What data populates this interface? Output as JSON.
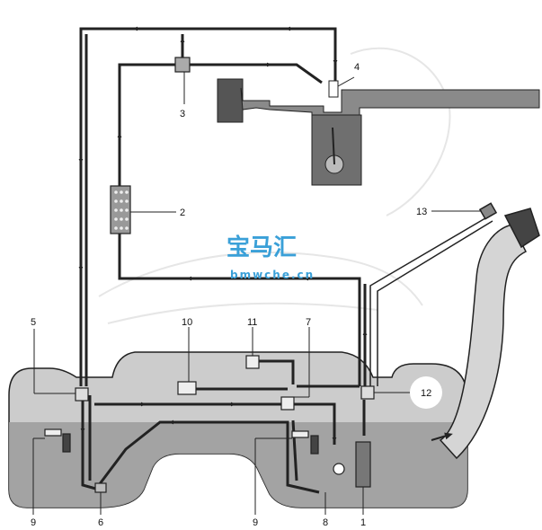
{
  "watermark": {
    "cn": "宝马汇",
    "site": "bmwche.cn",
    "color": "#3aa0d8"
  },
  "colors": {
    "line": "#222222",
    "tank_top": "#c8c8c8",
    "fuel": "#9a9a9a",
    "engine": "#707070",
    "background": "#ffffff"
  },
  "labels": {
    "l1": "1",
    "l2": "2",
    "l3": "3",
    "l4": "4",
    "l5": "5",
    "l6": "6",
    "l7": "7",
    "l8": "8",
    "l9a": "9",
    "l9b": "9",
    "l10": "10",
    "l11": "11",
    "l12": "12",
    "l13": "13"
  }
}
